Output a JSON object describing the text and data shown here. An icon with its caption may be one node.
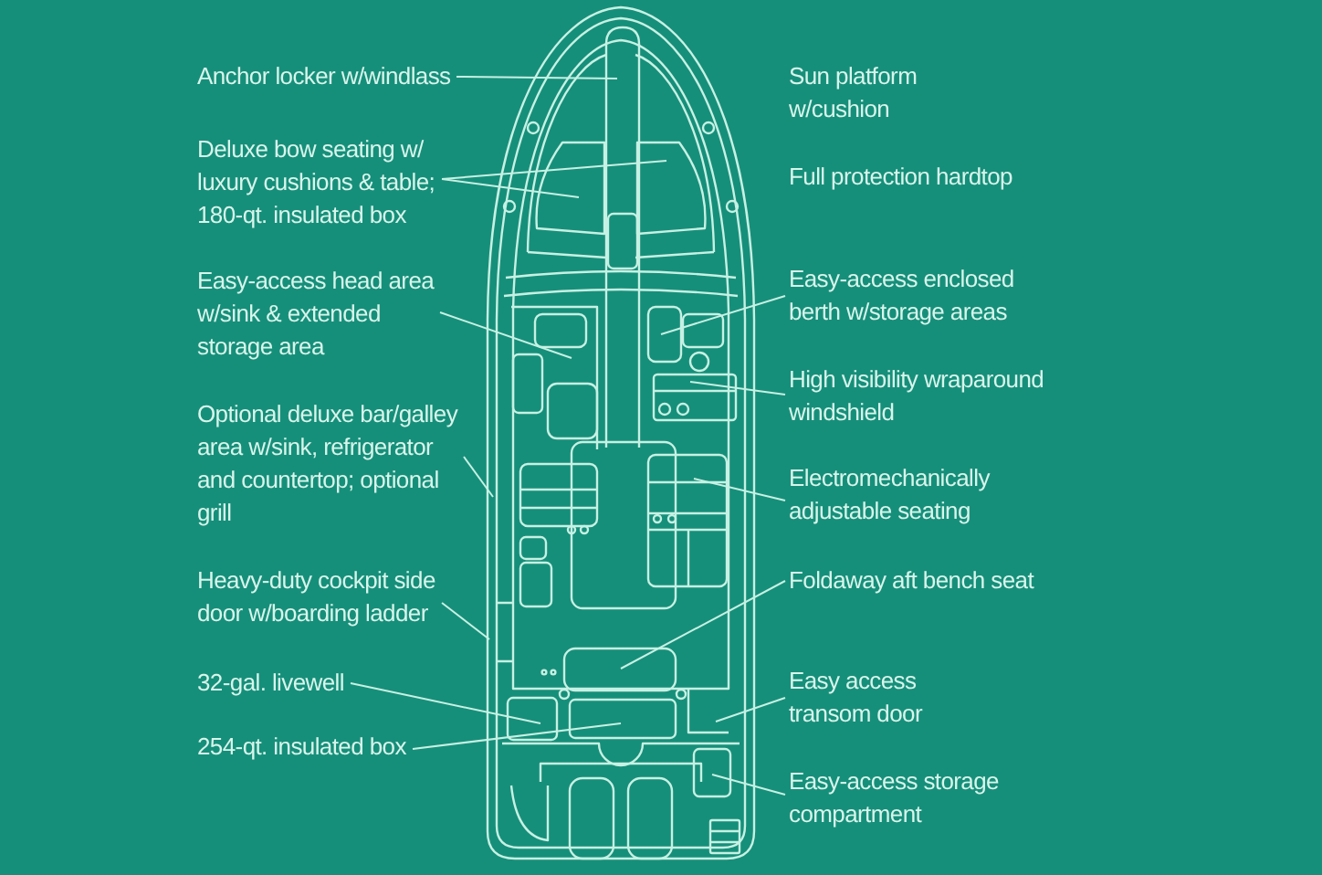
{
  "diagram": {
    "nodes": [
      {
        "text": [
          "Anchor locker w/windlass"
        ]
      },
      {
        "text": [
          "Deluxe bow seating w/ luxury cushions & table; 180-qt. insulated box"
        ]
      },
      {
        "text": [
          "Easy-access head area w/sink & extended storage area"
        ]
      },
      {
        "text": [
          "Optional deluxe bar/galley area w/sink, refrigerator and countertop; optional grill"
        ]
      },
      {
        "text": [
          "Heavy-duty cockpit side door w/boarding ladder"
        ]
      },
      {
        "text": [
          "32-gal. livewell"
        ]
      },
      {
        "text": [
          "254-qt. insulated box"
        ]
      },
      {
        "text": [
          "Easy-access enclosed berth w/storage areas"
        ]
      },
      {
        "text": [
          "High visibility wraparound windshield"
        ]
      },
      {
        "text": [
          "Electromechanically adjustable seating"
        ]
      },
      {
        "text": [
          "Foldaway aft bench seat"
        ]
      },
      {
        "text": [
          "Easy access transom door"
        ]
      },
      {
        "text": [
          "Easy-access storage compartment"
        ]
      }
    ],
    "edges": [
      {
        "from": 0,
        "to": null,
        "arrow": "none"
      },
      {
        "from": 1,
        "to": null,
        "arrow": "none"
      },
      {
        "from": 1,
        "to": null,
        "arrow": "none"
      },
      {
        "from": 2,
        "to": null,
        "arrow": "none"
      },
      {
        "from": 3,
        "to": null,
        "arrow": "none"
      },
      {
        "from": 4,
        "to": null,
        "arrow": "none"
      },
      {
        "from": 5,
        "to": null,
        "arrow": "none"
      },
      {
        "from": 6,
        "to": null,
        "arrow": "none"
      },
      {
        "from": 7,
        "to": null,
        "arrow": "none"
      },
      {
        "from": 8,
        "to": null,
        "arrow": "none"
      },
      {
        "from": 9,
        "to": null,
        "arrow": "none"
      },
      {
        "from": 10,
        "to": null,
        "arrow": "none"
      },
      {
        "from": 11,
        "to": null,
        "arrow": "none"
      },
      {
        "from": 12,
        "to": null,
        "arrow": "none"
      }
    ],
    "labels": [
      "Sun platform w/cushion",
      "Full protection hardtop"
    ]
  }
}
